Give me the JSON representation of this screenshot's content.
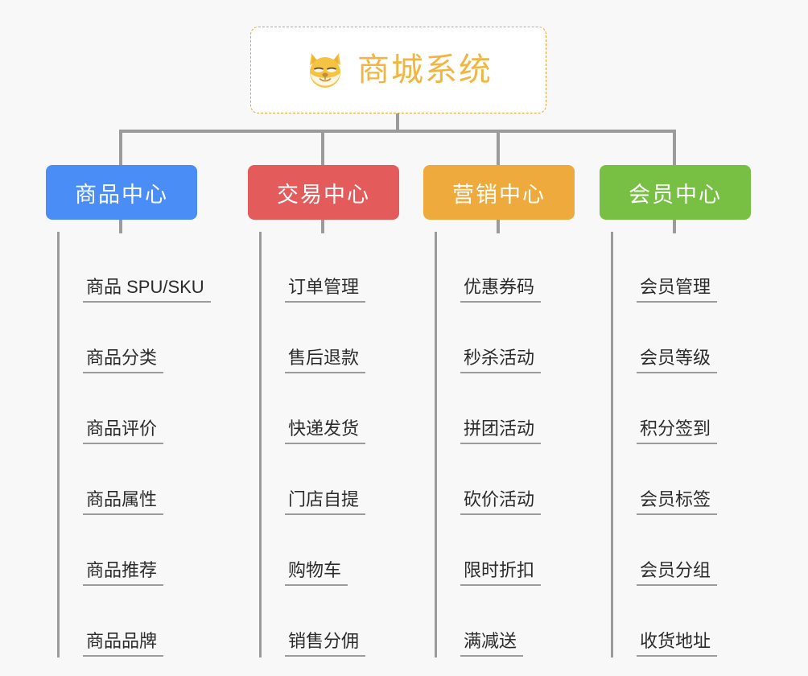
{
  "diagram": {
    "title": "商城系统",
    "root": {
      "label": "商城系统",
      "icon": "shiba-dog-face-icon",
      "border_color": "#e8a33d",
      "text_color": "#f0b542",
      "background": "#ffffff"
    },
    "background_color": "#f8f8f8",
    "connector_color": "#9b9b9b",
    "categories": [
      {
        "label": "商品中心",
        "color": "#4a8df6",
        "color_name": "blue",
        "items": [
          "商品 SPU/SKU",
          "商品分类",
          "商品评价",
          "商品属性",
          "商品推荐",
          "商品品牌"
        ]
      },
      {
        "label": "交易中心",
        "color": "#e35b5b",
        "color_name": "red",
        "items": [
          "订单管理",
          "售后退款",
          "快递发货",
          "门店自提",
          "购物车",
          "销售分佣"
        ]
      },
      {
        "label": "营销中心",
        "color": "#eeaa3c",
        "color_name": "orange",
        "items": [
          "优惠券码",
          "秒杀活动",
          "拼团活动",
          "砍价活动",
          "限时折扣",
          "满减送"
        ]
      },
      {
        "label": "会员中心",
        "color": "#77c044",
        "color_name": "green",
        "items": [
          "会员管理",
          "会员等级",
          "积分签到",
          "会员标签",
          "会员分组",
          "收货地址"
        ]
      }
    ]
  }
}
